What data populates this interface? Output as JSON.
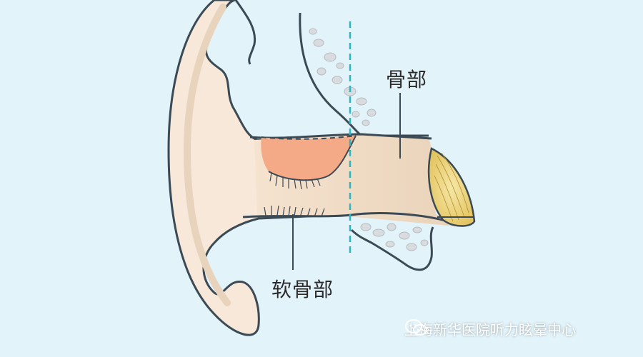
{
  "labels": {
    "bony_part": "骨部",
    "cartilaginous_part": "软骨部"
  },
  "watermark": {
    "text": "上海新华医院听力眩晕中心",
    "icon": "wechat-icon"
  },
  "colors": {
    "background": "#e2f3fa",
    "skin": "#f7e8d9",
    "canal": "#eedfcb",
    "cartilage_highlight": "#f4a987",
    "eardrum": "#f0dc8a",
    "outline": "#3c4a55",
    "dashed_line": "#2bb6c4",
    "bone_dots": "#d9dcdf"
  }
}
